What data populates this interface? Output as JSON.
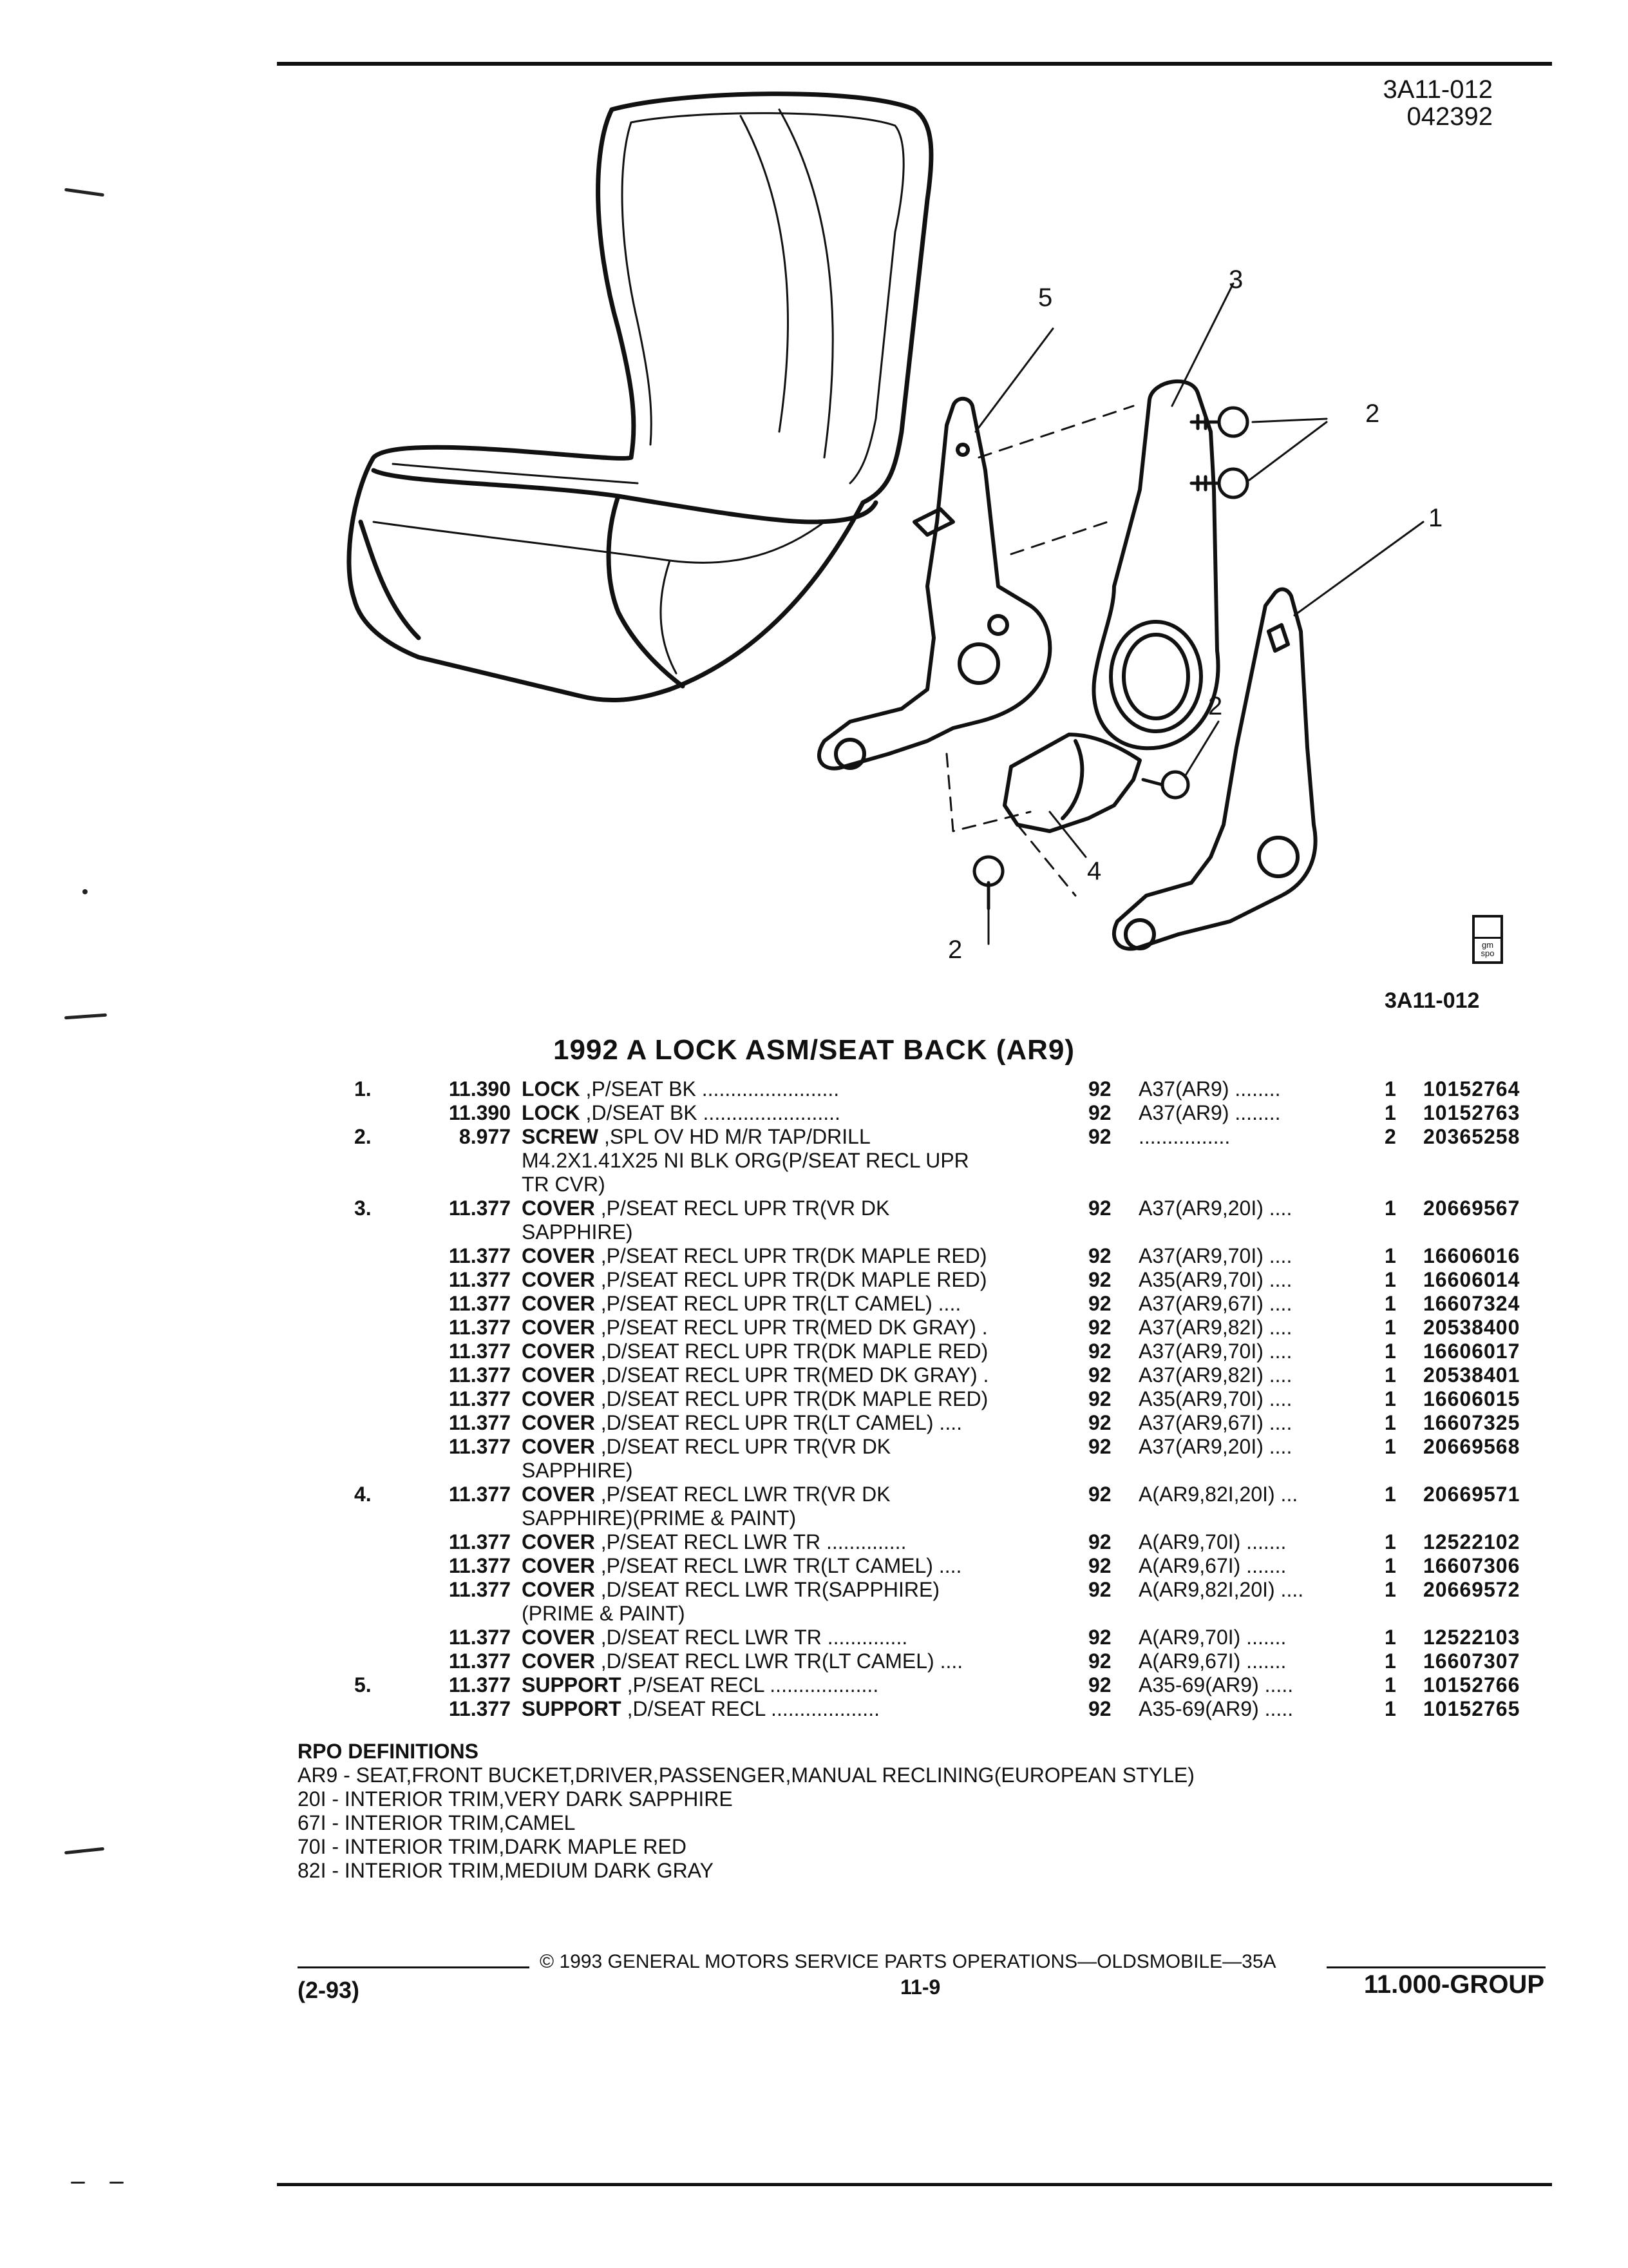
{
  "header": {
    "code_line1": "3A11-012",
    "code_line2": "042392"
  },
  "figure": {
    "callouts": [
      "5",
      "3",
      "2",
      "1",
      "2",
      "4",
      "2"
    ],
    "ref_code": "3A11-012",
    "logo_text": "gm spo"
  },
  "title": "1992 A LOCK ASM/SEAT BACK (AR9)",
  "parts": [
    {
      "item": "1.",
      "group": "11.390",
      "name": "LOCK",
      "desc": " ,P/SEAT BK ........................",
      "year": "92",
      "usage": "A37(AR9) ........",
      "qty": "1",
      "part": "10152764"
    },
    {
      "item": "",
      "group": "11.390",
      "name": "LOCK",
      "desc": " ,D/SEAT BK ........................",
      "year": "92",
      "usage": "A37(AR9) ........",
      "qty": "1",
      "part": "10152763"
    },
    {
      "item": "2.",
      "group": "8.977",
      "name": "SCREW",
      "desc": " ,SPL OV HD M/R TAP/DRILL",
      "year": "92",
      "usage": "................",
      "qty": "2",
      "part": "20365258"
    },
    {
      "item": "",
      "group": "",
      "name": "",
      "desc": "M4.2X1.41X25 NI BLK ORG(P/SEAT RECL UPR",
      "year": "",
      "usage": "",
      "qty": "",
      "part": ""
    },
    {
      "item": "",
      "group": "",
      "name": "",
      "desc": "TR CVR)",
      "year": "",
      "usage": "",
      "qty": "",
      "part": ""
    },
    {
      "item": "3.",
      "group": "11.377",
      "name": "COVER",
      "desc": " ,P/SEAT RECL UPR TR(VR DK",
      "year": "92",
      "usage": "A37(AR9,20I) ....",
      "qty": "1",
      "part": "20669567"
    },
    {
      "item": "",
      "group": "",
      "name": "",
      "desc": "SAPPHIRE)",
      "year": "",
      "usage": "",
      "qty": "",
      "part": ""
    },
    {
      "item": "",
      "group": "11.377",
      "name": "COVER",
      "desc": " ,P/SEAT RECL UPR TR(DK MAPLE RED)",
      "year": "92",
      "usage": "A37(AR9,70I) ....",
      "qty": "1",
      "part": "16606016"
    },
    {
      "item": "",
      "group": "11.377",
      "name": "COVER",
      "desc": " ,P/SEAT RECL UPR TR(DK MAPLE RED)",
      "year": "92",
      "usage": "A35(AR9,70I) ....",
      "qty": "1",
      "part": "16606014"
    },
    {
      "item": "",
      "group": "11.377",
      "name": "COVER",
      "desc": " ,P/SEAT RECL UPR TR(LT CAMEL) ....",
      "year": "92",
      "usage": "A37(AR9,67I) ....",
      "qty": "1",
      "part": "16607324"
    },
    {
      "item": "",
      "group": "11.377",
      "name": "COVER",
      "desc": " ,P/SEAT RECL UPR TR(MED DK GRAY) .",
      "year": "92",
      "usage": "A37(AR9,82I) ....",
      "qty": "1",
      "part": "20538400"
    },
    {
      "item": "",
      "group": "11.377",
      "name": "COVER",
      "desc": " ,D/SEAT RECL UPR TR(DK MAPLE RED)",
      "year": "92",
      "usage": "A37(AR9,70I) ....",
      "qty": "1",
      "part": "16606017"
    },
    {
      "item": "",
      "group": "11.377",
      "name": "COVER",
      "desc": " ,D/SEAT RECL UPR TR(MED DK GRAY) .",
      "year": "92",
      "usage": "A37(AR9,82I) ....",
      "qty": "1",
      "part": "20538401"
    },
    {
      "item": "",
      "group": "11.377",
      "name": "COVER",
      "desc": " ,D/SEAT RECL UPR TR(DK MAPLE RED)",
      "year": "92",
      "usage": "A35(AR9,70I) ....",
      "qty": "1",
      "part": "16606015"
    },
    {
      "item": "",
      "group": "11.377",
      "name": "COVER",
      "desc": " ,D/SEAT RECL UPR TR(LT CAMEL) ....",
      "year": "92",
      "usage": "A37(AR9,67I) ....",
      "qty": "1",
      "part": "16607325"
    },
    {
      "item": "",
      "group": "11.377",
      "name": "COVER",
      "desc": " ,D/SEAT RECL UPR TR(VR DK",
      "year": "92",
      "usage": "A37(AR9,20I) ....",
      "qty": "1",
      "part": "20669568"
    },
    {
      "item": "",
      "group": "",
      "name": "",
      "desc": "SAPPHIRE)",
      "year": "",
      "usage": "",
      "qty": "",
      "part": ""
    },
    {
      "item": "4.",
      "group": "11.377",
      "name": "COVER",
      "desc": " ,P/SEAT RECL LWR TR(VR DK",
      "year": "92",
      "usage": "A(AR9,82I,20I) ...",
      "qty": "1",
      "part": "20669571"
    },
    {
      "item": "",
      "group": "",
      "name": "",
      "desc": "SAPPHIRE)(PRIME & PAINT)",
      "year": "",
      "usage": "",
      "qty": "",
      "part": ""
    },
    {
      "item": "",
      "group": "11.377",
      "name": "COVER",
      "desc": " ,P/SEAT RECL LWR TR ..............",
      "year": "92",
      "usage": "A(AR9,70I) .......",
      "qty": "1",
      "part": "12522102"
    },
    {
      "item": "",
      "group": "11.377",
      "name": "COVER",
      "desc": " ,P/SEAT RECL LWR TR(LT CAMEL) ....",
      "year": "92",
      "usage": "A(AR9,67I) .......",
      "qty": "1",
      "part": "16607306"
    },
    {
      "item": "",
      "group": "11.377",
      "name": "COVER",
      "desc": " ,D/SEAT RECL LWR TR(SAPPHIRE)",
      "year": "92",
      "usage": "A(AR9,82I,20I) ....",
      "qty": "1",
      "part": "20669572"
    },
    {
      "item": "",
      "group": "",
      "name": "",
      "desc": "(PRIME & PAINT)",
      "year": "",
      "usage": "",
      "qty": "",
      "part": ""
    },
    {
      "item": "",
      "group": "11.377",
      "name": "COVER",
      "desc": " ,D/SEAT RECL LWR TR ..............",
      "year": "92",
      "usage": "A(AR9,70I) .......",
      "qty": "1",
      "part": "12522103"
    },
    {
      "item": "",
      "group": "11.377",
      "name": "COVER",
      "desc": " ,D/SEAT RECL LWR TR(LT CAMEL) ....",
      "year": "92",
      "usage": "A(AR9,67I) .......",
      "qty": "1",
      "part": "16607307"
    },
    {
      "item": "5.",
      "group": "11.377",
      "name": "SUPPORT",
      "desc": " ,P/SEAT RECL ...................",
      "year": "92",
      "usage": "A35-69(AR9) .....",
      "qty": "1",
      "part": "10152766"
    },
    {
      "item": "",
      "group": "11.377",
      "name": "SUPPORT",
      "desc": " ,D/SEAT RECL ...................",
      "year": "92",
      "usage": "A35-69(AR9) .....",
      "qty": "1",
      "part": "10152765"
    }
  ],
  "rpo": {
    "heading": "RPO DEFINITIONS",
    "lines": [
      "AR9 - SEAT,FRONT BUCKET,DRIVER,PASSENGER,MANUAL RECLINING(EUROPEAN STYLE)",
      "20I - INTERIOR TRIM,VERY DARK SAPPHIRE",
      "67I - INTERIOR TRIM,CAMEL",
      "70I - INTERIOR TRIM,DARK MAPLE RED",
      "82I - INTERIOR TRIM,MEDIUM DARK GRAY"
    ]
  },
  "footer": {
    "copyright": "© 1993 GENERAL MOTORS SERVICE PARTS OPERATIONS—OLDSMOBILE—35A",
    "date": "(2-93)",
    "page": "11-9",
    "group": "11.000-GROUP"
  }
}
